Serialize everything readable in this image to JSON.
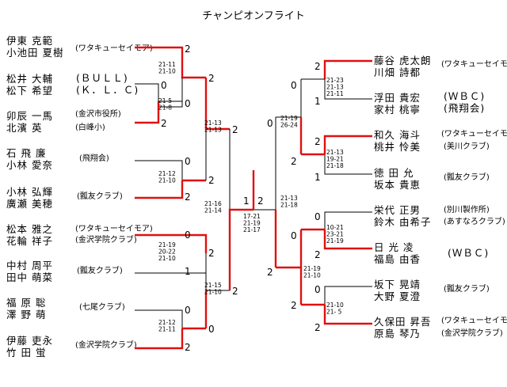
{
  "title": "チャンピオンフライト",
  "left": [
    {
      "p1": "伊東 克範",
      "p2": "小池田 夏樹",
      "club": "(ワタキューセイモア)"
    },
    {
      "p1": "松井 大輔",
      "p2": "松下 希望",
      "club1": "(ＢＵＬＬ)",
      "club2": "(Ｋ．Ｌ．Ｃ)"
    },
    {
      "p1": "卯辰 一馬",
      "p2": "北濱 英",
      "club1": "(金沢市役所)",
      "club2": "(白峰小)"
    },
    {
      "p1": "石 飛 廉",
      "p2": "小林 愛奈",
      "club": "(飛翔会)"
    },
    {
      "p1": "小林 弘輝",
      "p2": "廣瀬 美穂",
      "club": "(瓢友クラブ)"
    },
    {
      "p1": "松本 雅之",
      "p2": "花輪 祥子",
      "club1": "(ワタキューセイモア)",
      "club2": "(金沢学院クラブ)"
    },
    {
      "p1": "中村 周平",
      "p2": "田中 萌菜",
      "club": "(瓢友クラブ)"
    },
    {
      "p1": "福 原 聡",
      "p2": "澤 野 萌",
      "club": "(七尾クラブ)"
    },
    {
      "p1": "伊藤 吏永",
      "p2": "竹 田 蛍",
      "club": "(金沢学院クラブ)"
    }
  ],
  "right": [
    {
      "p1": "藤谷 虎太朗",
      "p2": "川畑 詩都",
      "club": "(ワタキューセイモア)"
    },
    {
      "p1": "浮田 貴宏",
      "p2": "家村 桃寧",
      "club1": "(ＷＢＣ)",
      "club2": "(飛翔会)"
    },
    {
      "p1": "和久 海斗",
      "p2": "桃井 怜美",
      "club1": "(ワタキューセイモア)",
      "club2": "(美川クラブ)"
    },
    {
      "p1": "徳 田 允",
      "p2": "坂本 貴恵",
      "club": "(瓢友クラブ)"
    },
    {
      "p1": "栄代 正男",
      "p2": "鈴木 由希子",
      "club1": "(別川製作所)",
      "club2": "(あすなろクラブ)"
    },
    {
      "p1": "日 光 凌",
      "p2": "福島 由香",
      "club": "(ＷＢＣ)"
    },
    {
      "p1": "坂下 晃靖",
      "p2": "大野 夏澄",
      "club": "(瓢友クラブ)"
    },
    {
      "p1": "久保田 昇吾",
      "p2": "原島 琴乃",
      "club1": "(ワタキューセイモア)",
      "club2": "(金沢学院クラブ)"
    }
  ],
  "games": {
    "L_pre": "21-5\n21-8",
    "L_pre2": "21-12\n21-10",
    "L_r1a": "21-11\n21-10",
    "L_r1b": "21-13\n21-13",
    "L_r1c": "21-19\n20-22\n21-10",
    "L_r1d": "21-12\n21-11",
    "L_r2a": "21-16\n21-14",
    "L_r2b": "21-15\n21-10",
    "F": "17-21\n21-19\n21-17",
    "R_r1a": "21-23\n21-13\n21-11",
    "R_r1b": "21-13\n19-21\n21-18",
    "R_r1c": "10-21\n23-21\n21-19",
    "R_r1d": "21-10\n21- 5",
    "R_sf1": "21-19\n26-24",
    "R_sf2": "21-19\n21-10",
    "R_f": "21-13\n21-18"
  },
  "scores": {
    "L1": "2",
    "L2": "0",
    "L3": "0",
    "L4": "2",
    "L5": "2",
    "L6": "0",
    "L7": "2",
    "L8": "2",
    "L9": "0",
    "L10": "1",
    "L11": "2",
    "L12": "0",
    "L13": "0",
    "L14": "2",
    "L15": "2",
    "L16": "1",
    "R1": "2",
    "R2": "1",
    "R3": "2",
    "R4": "1",
    "R5": "0",
    "R6": "2",
    "R7": "0",
    "R8": "2",
    "R9": "0",
    "R10": "2",
    "R11": "2",
    "R12": "0",
    "R13": "2",
    "R14": "0",
    "R15": "2"
  }
}
